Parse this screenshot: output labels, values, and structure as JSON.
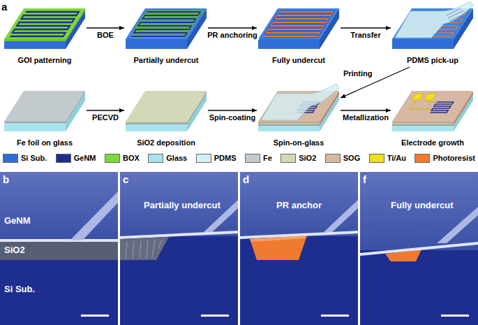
{
  "diagram": {
    "nodes": [
      {
        "text": [
          "GOI patterning"
        ]
      },
      {
        "text": [
          "Partially undercut"
        ]
      },
      {
        "text": [
          "Fully undercut"
        ]
      },
      {
        "text": [
          "PDMS pick-up"
        ]
      },
      {
        "text": [
          "Fe foil on glass"
        ]
      },
      {
        "text": [
          "SiO2 deposition"
        ]
      },
      {
        "text": [
          "Spin-on-glass"
        ]
      },
      {
        "text": [
          "Electrode growth"
        ]
      },
      {
        "text": [
          "GeNM",
          "SiO2",
          "Si Sub."
        ]
      },
      {
        "text": [
          "Partially undercut"
        ]
      },
      {
        "text": [
          "PR anchor"
        ]
      },
      {
        "text": [
          "Fully undercut"
        ]
      }
    ],
    "edges": [
      {
        "from": 0,
        "to": 1,
        "label": "BOE",
        "arrow": "to"
      },
      {
        "from": 1,
        "to": 2,
        "label": "PR anchoring",
        "arrow": "to"
      },
      {
        "from": 2,
        "to": 3,
        "label": "Transfer",
        "arrow": "to"
      },
      {
        "from": 3,
        "to": 6,
        "label": "Printing",
        "arrow": "to"
      },
      {
        "from": 4,
        "to": 5,
        "label": "PECVD",
        "arrow": "to"
      },
      {
        "from": 5,
        "to": 6,
        "label": "Spin-coating",
        "arrow": "to"
      },
      {
        "from": 6,
        "to": 7,
        "label": "Metallization",
        "arrow": "to"
      }
    ],
    "labels": [
      "a",
      "b",
      "c",
      "d",
      "f"
    ],
    "legend": [
      {
        "text": "Si Sub.",
        "color": "#2f6ed6"
      },
      {
        "text": "GeNM",
        "color": "#1c2f8e"
      },
      {
        "text": "BOX",
        "color": "#7dd63a"
      },
      {
        "text": "Glass",
        "color": "#a8e4ee"
      },
      {
        "text": "PDMS",
        "color": "#d4f0f6"
      },
      {
        "text": "Fe",
        "color": "#c3cacd"
      },
      {
        "text": "SiO2",
        "color": "#d3d9b8"
      },
      {
        "text": "SOG",
        "color": "#d6b8a3"
      },
      {
        "text": "Ti/Au",
        "color": "#f0de1c"
      },
      {
        "text": "Photoresist",
        "color": "#f07a30"
      }
    ]
  }
}
